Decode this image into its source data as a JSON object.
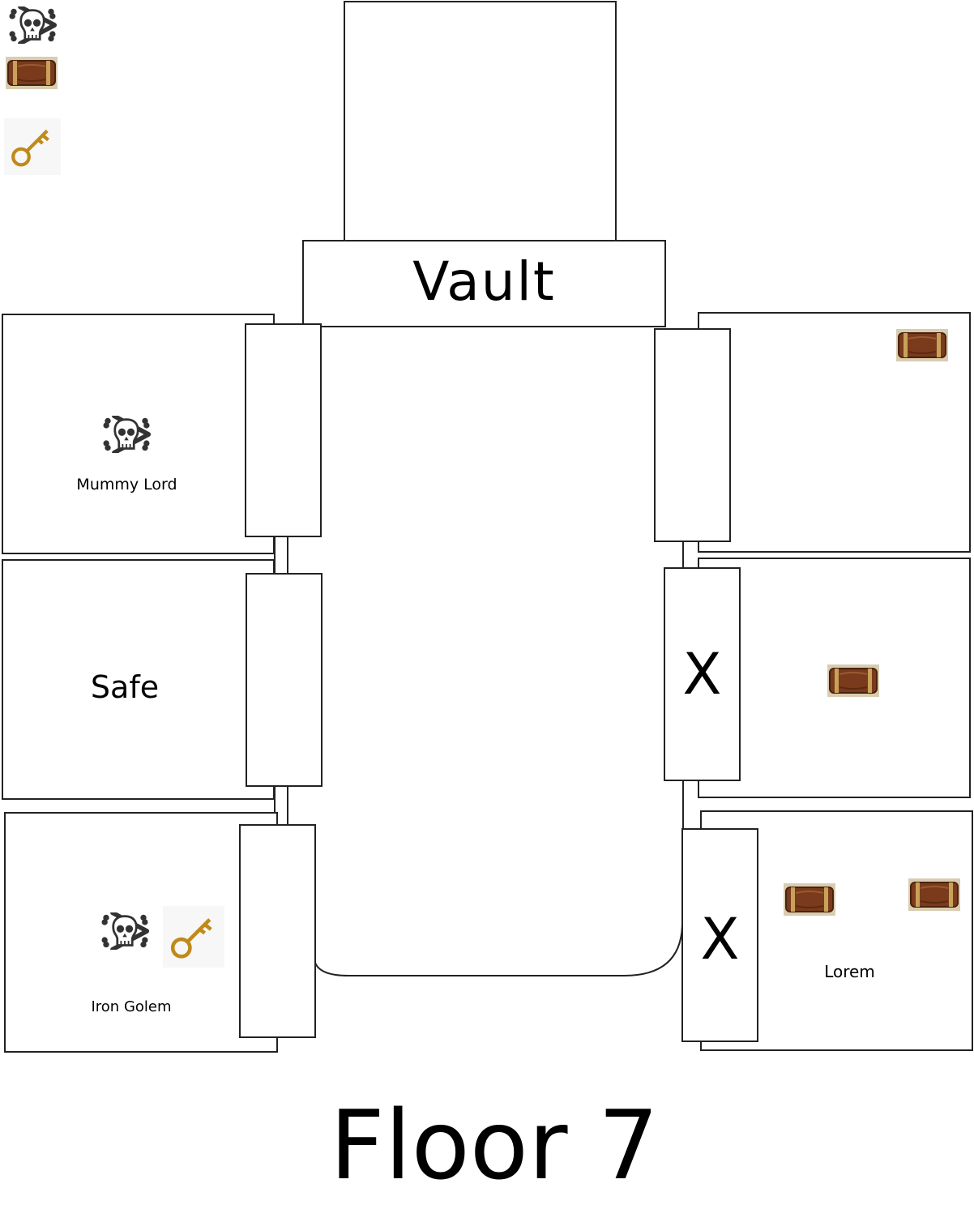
{
  "legend": {
    "items": [
      {
        "icon": "skull-crossbones-icon"
      },
      {
        "icon": "treasure-chest-icon"
      },
      {
        "icon": "key-icon"
      }
    ]
  },
  "map": {
    "title": "Floor 7",
    "vault_label": "Vault",
    "rooms": {
      "mummy_lord": {
        "label": "Mummy Lord",
        "icons": [
          "skull-crossbones-icon"
        ]
      },
      "safe": {
        "label": "Safe"
      },
      "iron_golem": {
        "label": "Iron Golem",
        "icons": [
          "skull-crossbones-icon",
          "key-icon"
        ]
      },
      "right_top": {
        "icons": [
          "treasure-chest-icon"
        ]
      },
      "right_middle": {
        "icons": [
          "treasure-chest-icon"
        ]
      },
      "lorem": {
        "label": "Lorem",
        "icons": [
          "treasure-chest-icon",
          "treasure-chest-icon"
        ]
      }
    },
    "door_marks": {
      "right_middle": "X",
      "right_bottom": "X"
    }
  },
  "colors": {
    "outline": "#222222",
    "chest_wood": "#7a3a1c",
    "chest_trim": "#c8a25a",
    "key_gold": "#c08a1a",
    "skull": "#333333"
  }
}
